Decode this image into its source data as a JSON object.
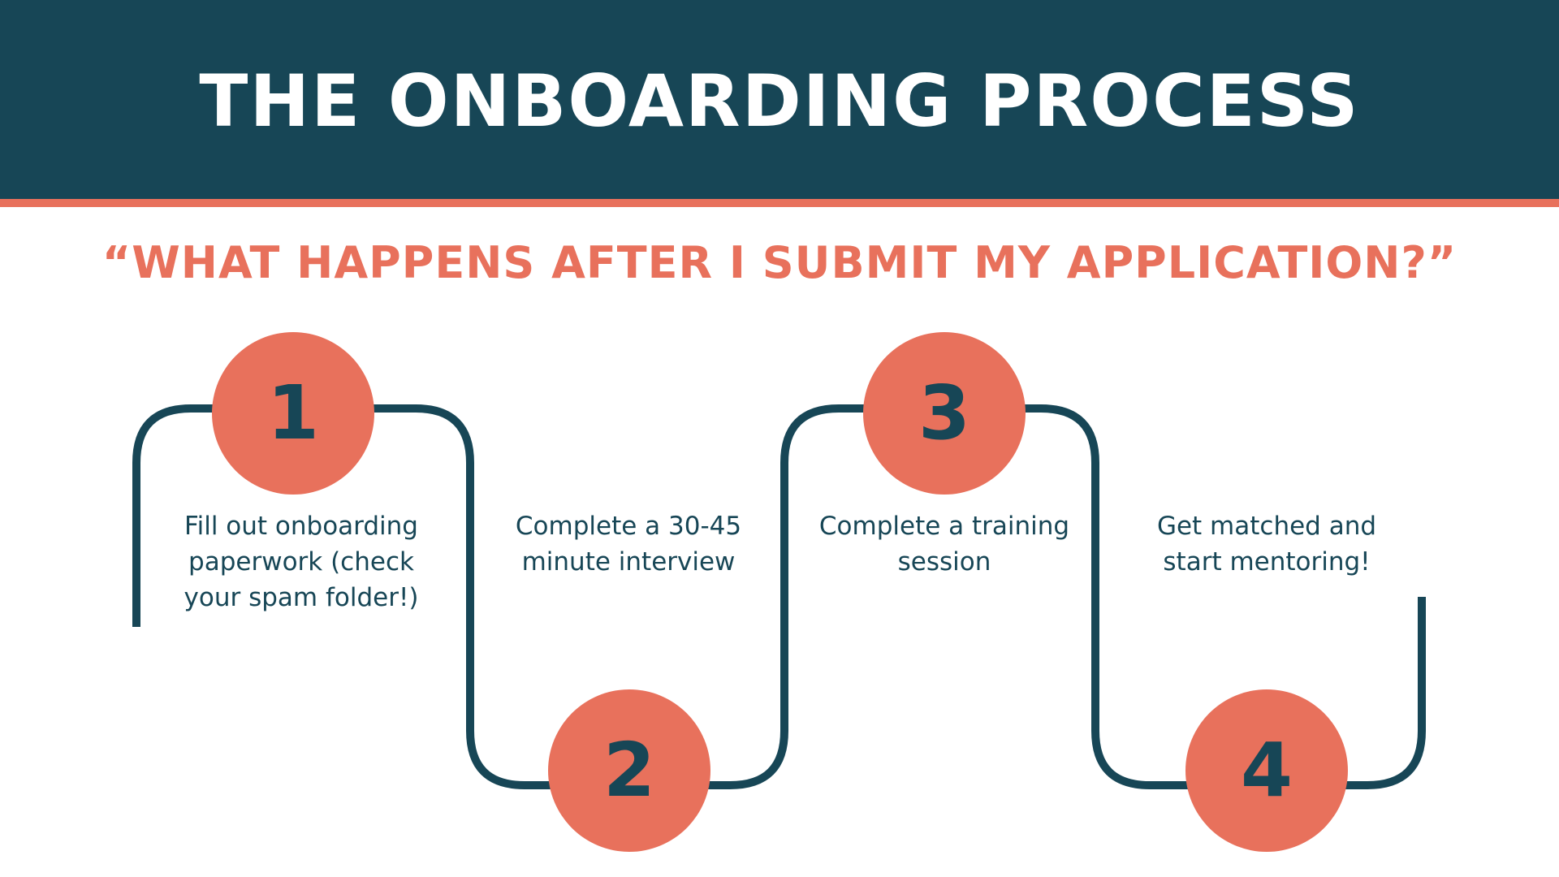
{
  "header": {
    "title": "THE ONBOARDING PROCESS"
  },
  "subtitle": "“WHAT HAPPENS AFTER I SUBMIT MY APPLICATION?”",
  "steps": [
    {
      "number": "1",
      "text": "Fill out onboarding paperwork (check your spam folder!)"
    },
    {
      "number": "2",
      "text": "Complete a 30-45 minute interview"
    },
    {
      "number": "3",
      "text": "Complete a training session"
    },
    {
      "number": "4",
      "text": "Get matched and start mentoring!"
    }
  ],
  "colors": {
    "primary": "#174656",
    "accent": "#E8715C",
    "background": "#FFFFFF"
  }
}
